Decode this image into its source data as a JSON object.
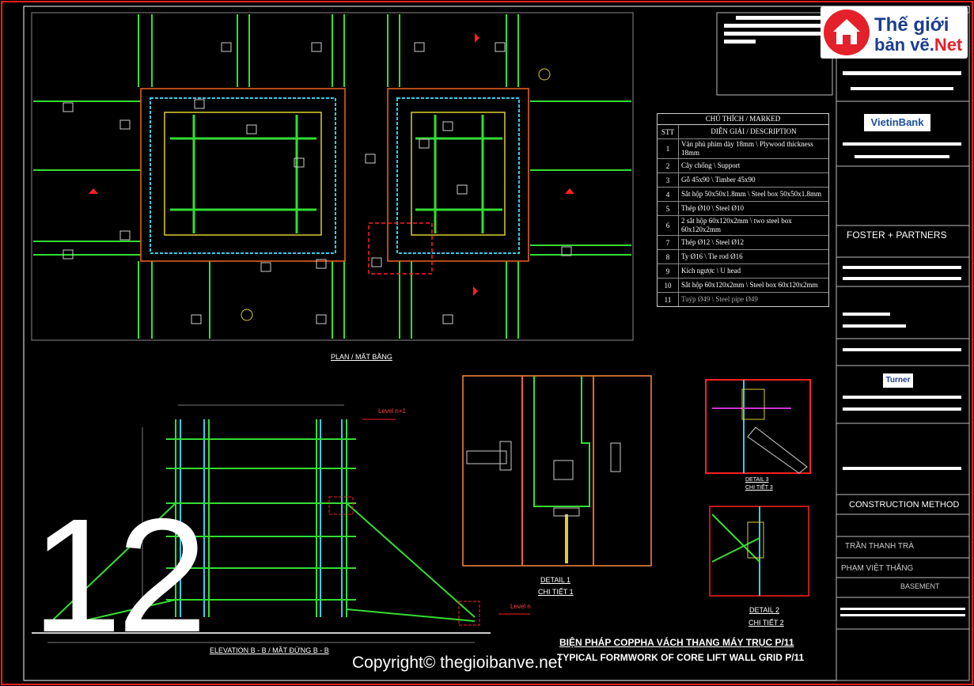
{
  "legend": {
    "header": "CHÚ THÍCH / MARKED",
    "col_stt": "STT",
    "col_desc": "DIỄN GIẢI / DESCRIPTION",
    "rows": [
      {
        "n": "1",
        "d": "Ván phủ phim dày 18mm \\ Plywood thickness 18mm"
      },
      {
        "n": "2",
        "d": "Cây chống \\ Support"
      },
      {
        "n": "3",
        "d": "Gỗ 45x90 \\ Timber 45x90"
      },
      {
        "n": "4",
        "d": "Sắt hộp 50x50x1.8mm \\ Steel box 50x50x1.8mm"
      },
      {
        "n": "5",
        "d": "Thép Ø10 \\ Steel Ø10"
      },
      {
        "n": "6",
        "d": "2 sắt hộp 60x120x2mm \\ two steel box 60x120x2mm"
      },
      {
        "n": "7",
        "d": "Thép Ø12 \\ Steel Ø12"
      },
      {
        "n": "8",
        "d": "Ty Ø16 \\ Tie rod Ø16"
      },
      {
        "n": "9",
        "d": "Kích ngược \\ U head"
      },
      {
        "n": "10",
        "d": "Sắt hộp 60x120x2mm \\ Steel box 60x120x2mm"
      },
      {
        "n": "11",
        "d": "Tuýp Ø49 \\ Steel pipe Ø49"
      }
    ]
  },
  "titles": {
    "plan": "PLAN / MẶT BẰNG",
    "elevation": "ELEVATION B - B / MẶT ĐỨNG  B - B",
    "detail1_a": "DETAIL 1",
    "detail1_b": "CHI TIẾT 1",
    "detail2_a": "DETAIL 2",
    "detail2_b": "CHI TIẾT 2",
    "main_vi": "BIỆN PHÁP COPPHA VÁCH THANG MÁY TRỤC P/11",
    "main_en": "TYPICAL FORMWORK OF CORE LIFT WALL GRID P/11",
    "detail3": "DETAIL 3",
    "detail3_b": "CHI TIẾT 3",
    "level1": "Level n+1",
    "level0": "Level n",
    "sheet_no": "12",
    "copyright": "Copyright© thegioibanve.net"
  },
  "title_block": {
    "foster": "FOSTER + PARTNERS",
    "vietinbank": "VietinBank",
    "turner": "Turner",
    "construction_method": "CONSTRUCTION METHOD",
    "drawn": "TRẦN THANH TRÀ",
    "checked": "PHẠM VIỆT THẮNG",
    "level": "BASEMENT"
  },
  "logo": {
    "line1": "Thế giới",
    "line2a": "bản vẽ.",
    "line2b": "Net"
  },
  "colors": {
    "background": "#000000",
    "frame_red": "#ff2020",
    "formwork_green": "#33dd33",
    "steel_cyan": "#33ccee",
    "timber_yellow": "#ddcc33",
    "brand_red": "#e4202a",
    "brand_blue": "#1a3d8f"
  }
}
